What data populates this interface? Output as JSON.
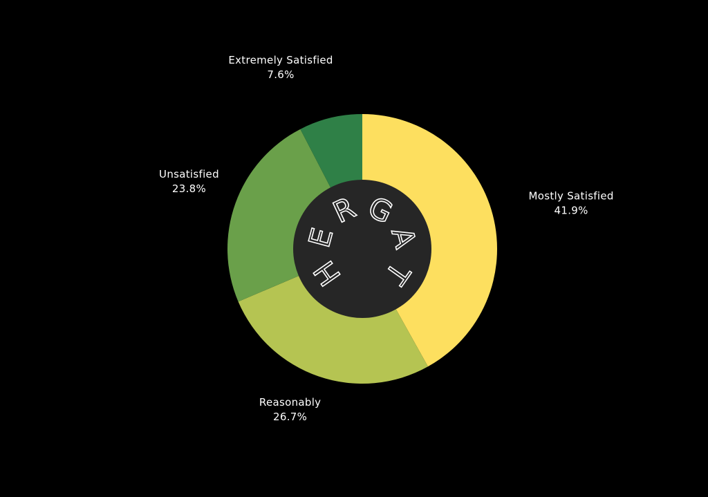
{
  "chart_data": {
    "type": "pie",
    "variant": "donut",
    "title": "",
    "slices": [
      {
        "label": "Mostly Satisfied",
        "value": 41.9,
        "display": "41.9%",
        "color": "#FDDF5F"
      },
      {
        "label": "Reasonably",
        "value": 26.7,
        "display": "26.7%",
        "color": "#B5C452"
      },
      {
        "label": "Unsatisfied",
        "value": 23.8,
        "display": "23.8%",
        "color": "#6AA04A"
      },
      {
        "label": "Extremely Satisfied",
        "value": 7.6,
        "display": "7.6%",
        "color": "#2F8047"
      }
    ],
    "start": "top",
    "direction": "clockwise",
    "legend": "none"
  },
  "center_badge": {
    "letters": [
      "G",
      "A",
      "T",
      "H",
      "E",
      "R"
    ],
    "background": "#262626",
    "text_color": "#FFFFFF"
  },
  "background_color": "#000000"
}
